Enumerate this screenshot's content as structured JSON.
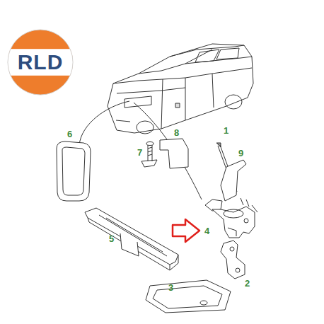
{
  "diagram": {
    "nodes": [
      {
        "text": [
          "RLD"
        ]
      }
    ],
    "labels": [
      "6",
      "8",
      "1",
      "7",
      "9",
      "5",
      "4",
      "2",
      "3"
    ]
  }
}
